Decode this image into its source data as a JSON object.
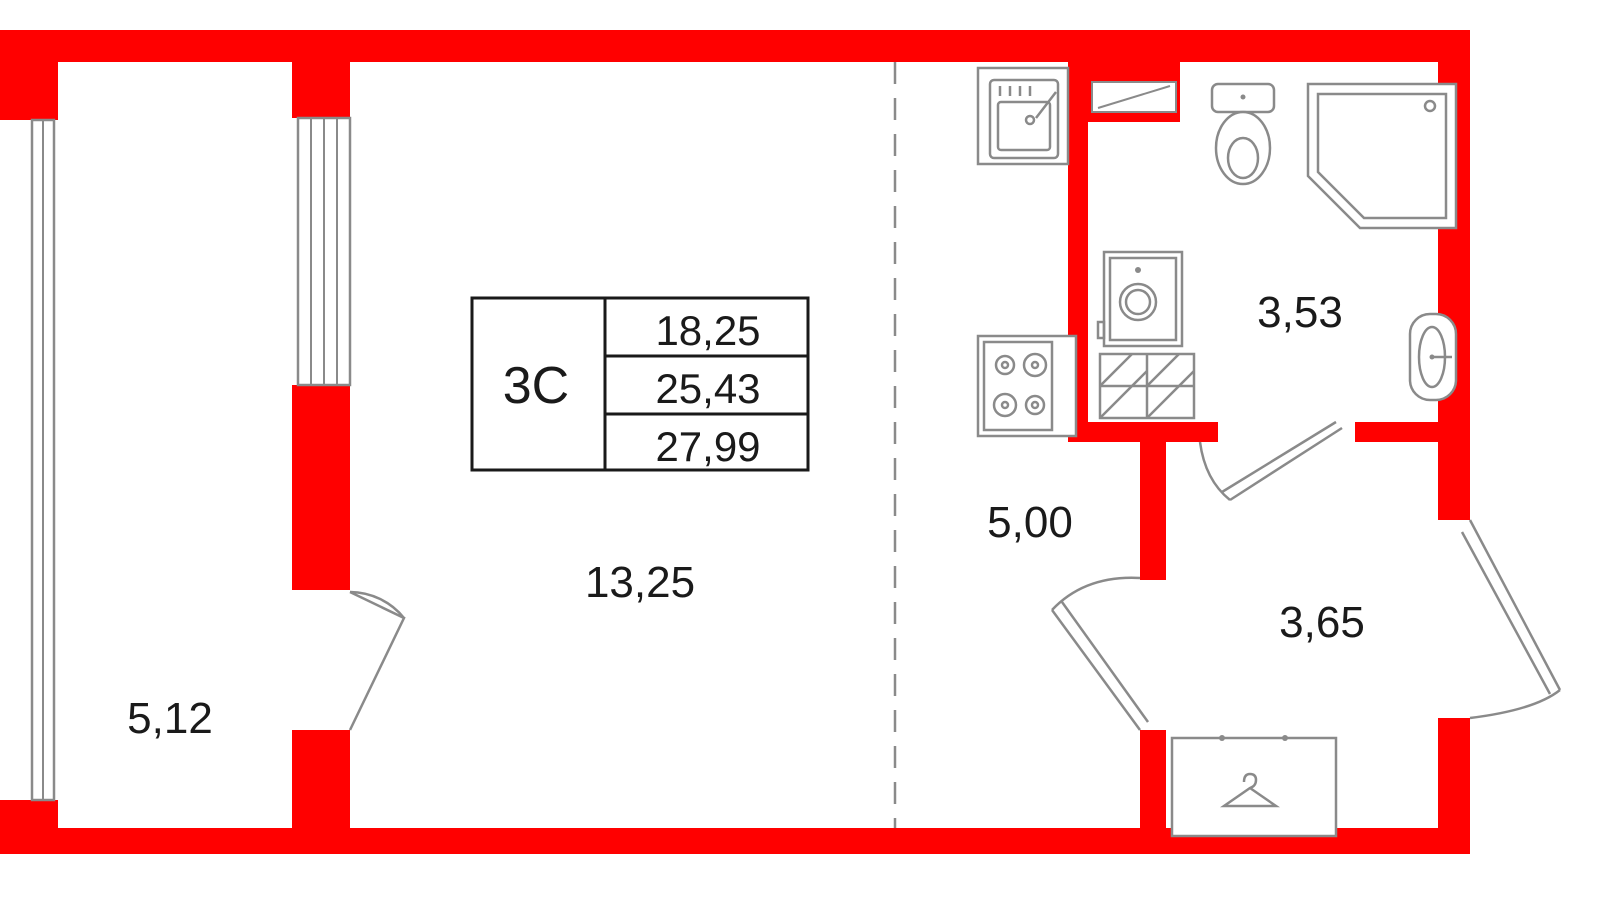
{
  "plan": {
    "apartment_type": "3С",
    "areas": {
      "living": "18,25",
      "total": "25,43",
      "total_with_balcony": "27,99"
    },
    "rooms": {
      "balcony": "5,12",
      "main_room": "13,25",
      "kitchen": "5,00",
      "bathroom": "3,53",
      "hallway": "3,65"
    },
    "colors": {
      "wall": "#ff0000",
      "fixture": "#8a8a8a",
      "text": "#1a1a1a"
    },
    "icons": [
      "sink-icon",
      "stove-icon",
      "toilet-icon",
      "shower-icon",
      "washing-machine-icon",
      "washbasin-icon",
      "hanger-icon"
    ]
  }
}
